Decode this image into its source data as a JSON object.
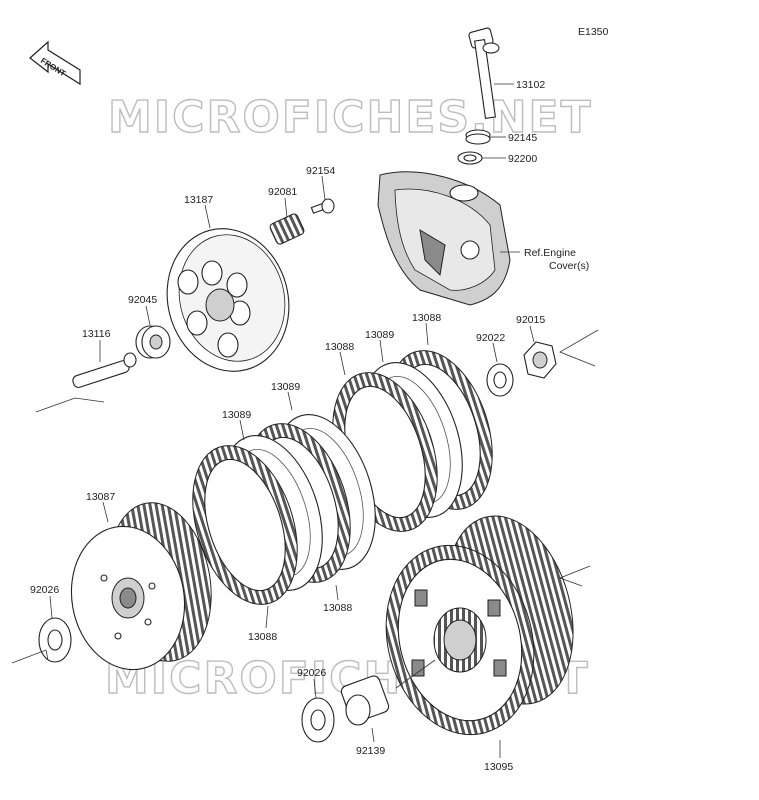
{
  "diagram": {
    "code": "E1350",
    "watermark": "MICROFICHES.NET",
    "front_label": "FRONT",
    "ref_note_line1": "Ref.Engine",
    "ref_note_line2": "Cover(s)",
    "parts": [
      {
        "id": "13102",
        "label": "13102"
      },
      {
        "id": "92145",
        "label": "92145"
      },
      {
        "id": "92200",
        "label": "92200"
      },
      {
        "id": "92154",
        "label": "92154"
      },
      {
        "id": "92081",
        "label": "92081"
      },
      {
        "id": "13187",
        "label": "13187"
      },
      {
        "id": "92045",
        "label": "92045"
      },
      {
        "id": "13116",
        "label": "13116"
      },
      {
        "id": "13088a",
        "label": "13088"
      },
      {
        "id": "13089a",
        "label": "13089"
      },
      {
        "id": "13088b",
        "label": "13088"
      },
      {
        "id": "92022",
        "label": "92022"
      },
      {
        "id": "92015",
        "label": "92015"
      },
      {
        "id": "13089b",
        "label": "13089"
      },
      {
        "id": "13089c",
        "label": "13089"
      },
      {
        "id": "13087",
        "label": "13087"
      },
      {
        "id": "13088c",
        "label": "13088"
      },
      {
        "id": "13088d",
        "label": "13088"
      },
      {
        "id": "92026a",
        "label": "92026"
      },
      {
        "id": "92026b",
        "label": "92026"
      },
      {
        "id": "92139",
        "label": "92139"
      },
      {
        "id": "13095",
        "label": "13095"
      }
    ]
  }
}
